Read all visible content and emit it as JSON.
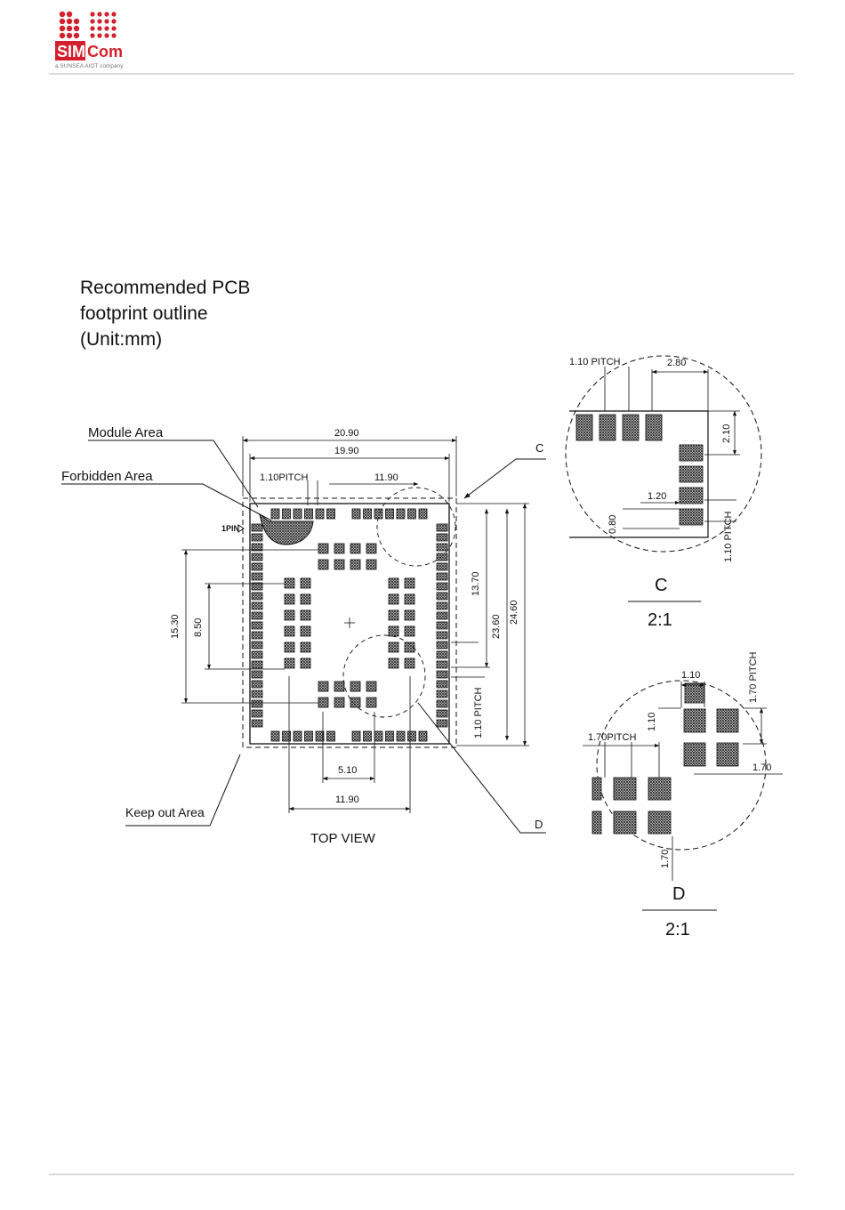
{
  "brand": {
    "logo_text_sim": "SIM",
    "logo_text_com": "Com",
    "logo_tagline": "a SUNSEA AIOT company",
    "logo_colors": {
      "red": "#d4202c",
      "gray": "#777777"
    }
  },
  "diagram": {
    "title_lines": [
      "Recommended PCB",
      "footprint outline",
      "(Unit:mm)"
    ],
    "labels": {
      "module_area": "Module Area",
      "forbidden_area": "Forbidden  Area",
      "keep_out_area": "Keep out Area",
      "pin1": "1PIN",
      "top_view": "TOP VIEW",
      "detail_c_marker": "C",
      "detail_d_marker": "D"
    },
    "main_dims": {
      "width_outer": "20.90",
      "width_inner": "19.90",
      "pitch_top": "1.10PITCH",
      "top_right": "11.90",
      "height_outer": "24.60",
      "height_inner": "23.60",
      "right_inner": "13.70",
      "pitch_right": "1.10 PITCH",
      "left_outer": "15.30",
      "left_inner": "8.50",
      "bottom_inner": "5.10",
      "bottom_outer": "11.90"
    },
    "detail_c": {
      "pitch": "1.10 PITCH",
      "dim_2_80": "2.80",
      "dim_2_10": "2.10",
      "dim_1_20": "1.20",
      "dim_0_80": "0.80",
      "pitch_side": "1.10 PITCH",
      "name": "C",
      "scale": "2:1"
    },
    "detail_d": {
      "dim_1_10_top": "1.10",
      "pitch_side": "1.70 PITCH",
      "dim_1_10_side": "1.10",
      "pitch_left": "1.70PITCH",
      "dim_1_70_right": "1.70",
      "dim_1_70_bottom": "1.70",
      "name": "D",
      "scale": "2:1"
    }
  }
}
